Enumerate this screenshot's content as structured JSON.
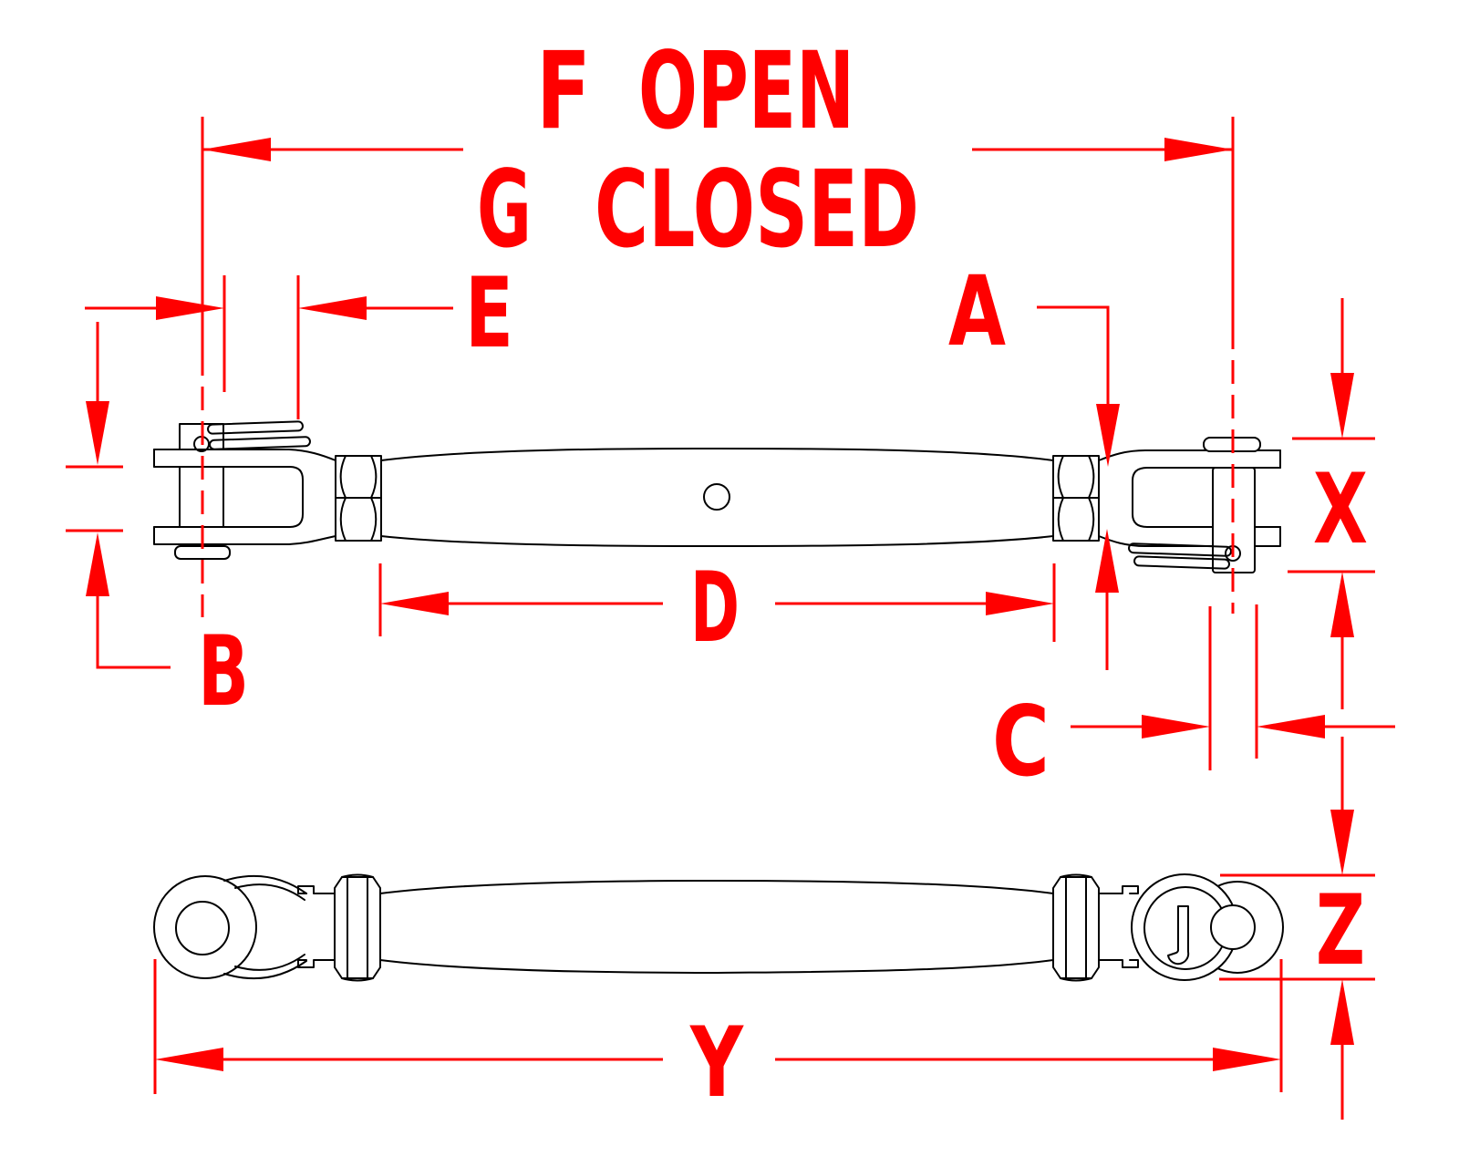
{
  "colors": {
    "dimension": "#ff0000",
    "outline": "#000000",
    "background": "#ffffff"
  },
  "labels": {
    "f": "F",
    "f_word": "OPEN",
    "g": "G",
    "g_word": "CLOSED",
    "a": "A",
    "b": "B",
    "c": "C",
    "d": "D",
    "e": "E",
    "x": "X",
    "y": "Y",
    "z": "Z"
  }
}
